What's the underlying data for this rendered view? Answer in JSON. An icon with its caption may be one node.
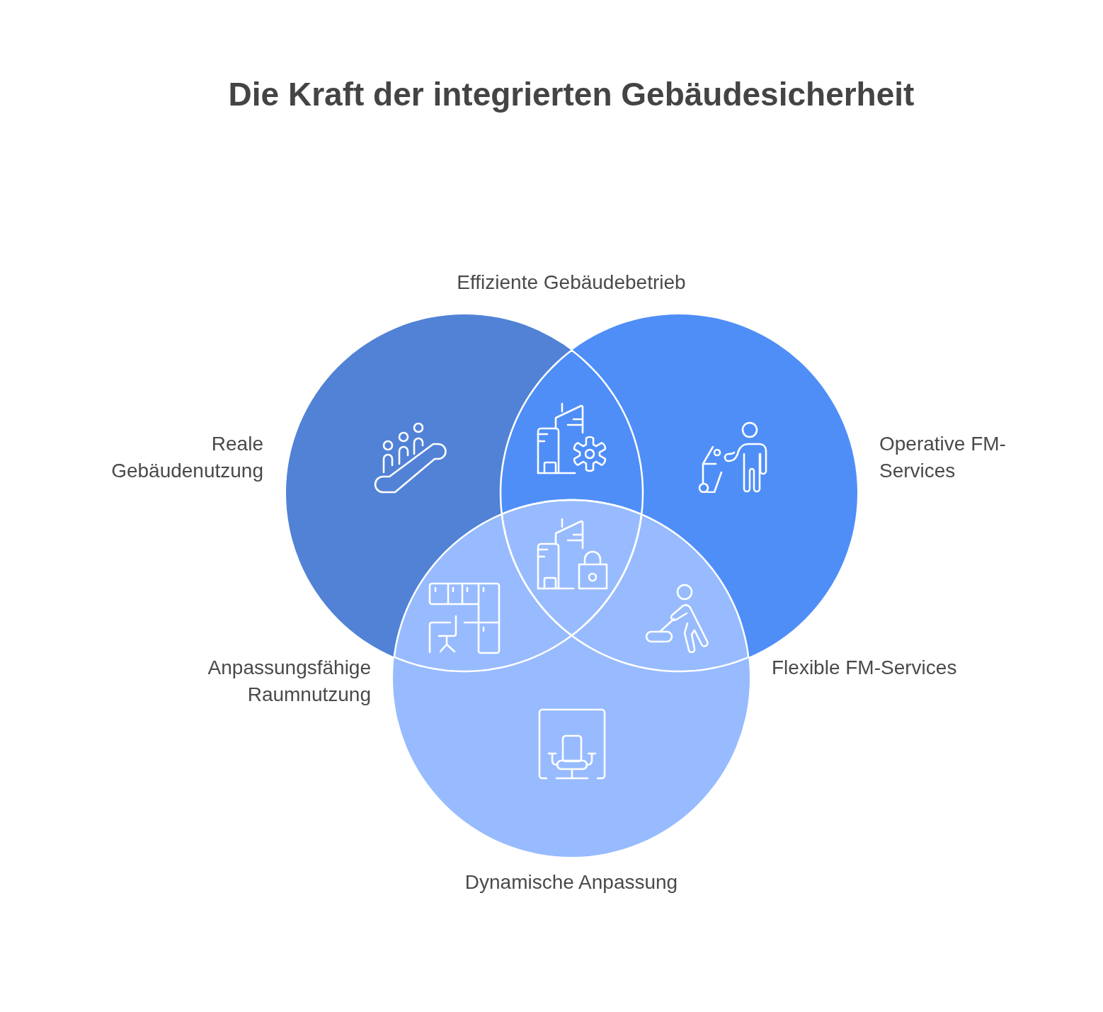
{
  "diagram": {
    "title": "Die Kraft der integrierten Gebäudesicherheit",
    "nodes": [
      {
        "text": [
          "Reale Gebäudenutzung"
        ]
      },
      {
        "text": [
          "Operative FM-Services"
        ]
      },
      {
        "text": [
          "Dynamische Anpassung"
        ]
      }
    ],
    "labels": [
      "Effiziente Gebäudebetrieb",
      "Anpassungsfähige Raumnutzung",
      "Flexible FM-Services"
    ]
  }
}
